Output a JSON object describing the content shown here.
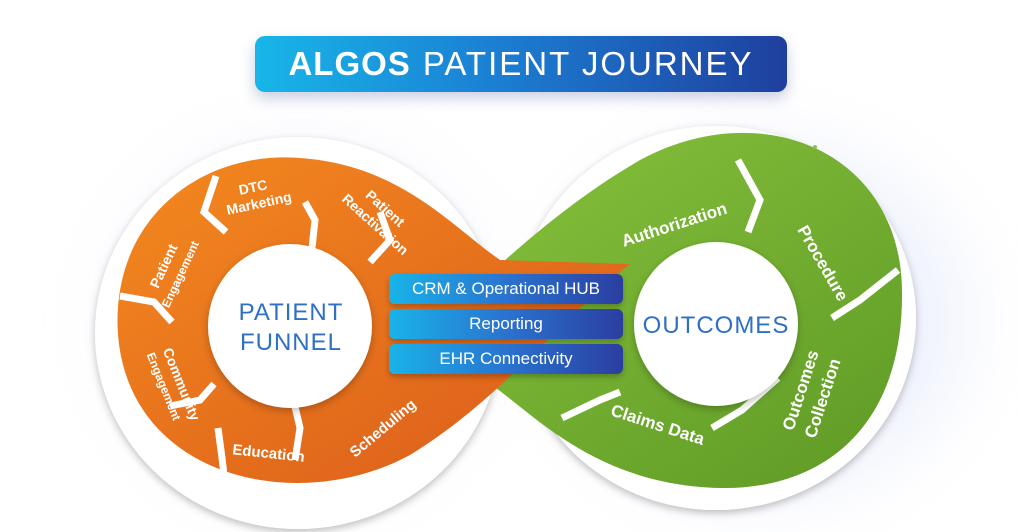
{
  "title": {
    "bold": "ALGOS",
    "light": "PATIENT JOURNEY"
  },
  "colors": {
    "orange": "#e86a1c",
    "orange_light": "#f4891f",
    "green": "#6da62a",
    "green_light": "#8bc53f",
    "blue_start": "#18b6e8",
    "blue_end": "#1f3f9e",
    "center_text": "#2f6fc6"
  },
  "funnel": {
    "center_line1": "PATIENT",
    "center_line2": "FUNNEL",
    "segments": {
      "dtc_1": "DTC",
      "dtc_2": "Marketing",
      "reactivation_1": "Patient",
      "reactivation_2": "Reactivation",
      "engagement_1": "Patient",
      "engagement_2": "Engagement",
      "community_1": "Community",
      "community_2": "Engagement",
      "education": "Education",
      "scheduling": "Scheduling"
    }
  },
  "outcomes": {
    "center": "OUTCOMES",
    "segments": {
      "authorization": "Authorization",
      "procedure": "Procedure",
      "collection_1": "Outcomes",
      "collection_2": "Collection",
      "claims": "Claims Data"
    }
  },
  "hub": {
    "crm": "CRM & Operational HUB",
    "reporting": "Reporting",
    "ehr": "EHR Connectivity"
  }
}
